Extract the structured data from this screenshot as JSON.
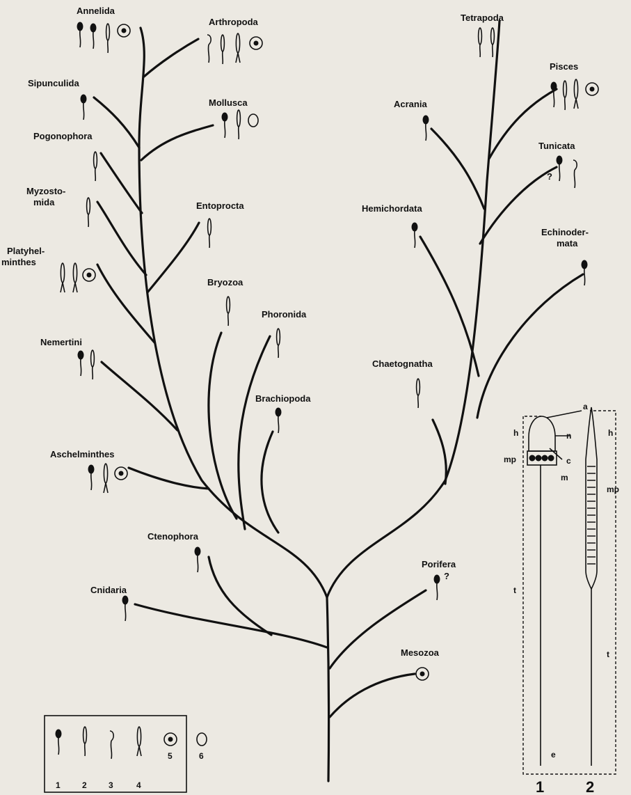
{
  "taxa": {
    "annelida": "Annelida",
    "arthropoda": "Arthropoda",
    "sipunculida": "Sipunculida",
    "mollusca": "Mollusca",
    "pogonophora": "Pogonophora",
    "myzostomida_1": "Myzosto-",
    "myzostomida_2": "mida",
    "entoprocta": "Entoprocta",
    "platyhelminthes_1": "Platyhel-",
    "platyhelminthes_2": "minthes",
    "bryozoa": "Bryozoa",
    "phoronida": "Phoronida",
    "nemertini": "Nemertini",
    "brachiopoda": "Brachiopoda",
    "aschelminthes": "Aschelminthes",
    "ctenophora": "Ctenophora",
    "cnidaria": "Cnidaria",
    "tetrapoda": "Tetrapoda",
    "pisces": "Pisces",
    "acrania": "Acrania",
    "tunicata": "Tunicata",
    "hemichordata": "Hemichordata",
    "echinodermata_1": "Echinoder-",
    "echinodermata_2": "mata",
    "chaetognatha": "Chaetognatha",
    "porifera": "Porifera",
    "mesozoa": "Mesozoa"
  },
  "uncertain_marks": {
    "tunicata": "?",
    "porifera": "?"
  },
  "legend": {
    "items": [
      "1",
      "2",
      "3",
      "4",
      "5",
      "6"
    ]
  },
  "detail": {
    "sperm_labels": [
      "1",
      "2"
    ],
    "parts": {
      "a": "a",
      "h_left": "h",
      "h_right": "h",
      "n": "n",
      "mp_left": "mp",
      "mp_right": "mp",
      "c": "c",
      "m": "m",
      "t_left": "t",
      "t_right": "t",
      "e": "e"
    }
  }
}
